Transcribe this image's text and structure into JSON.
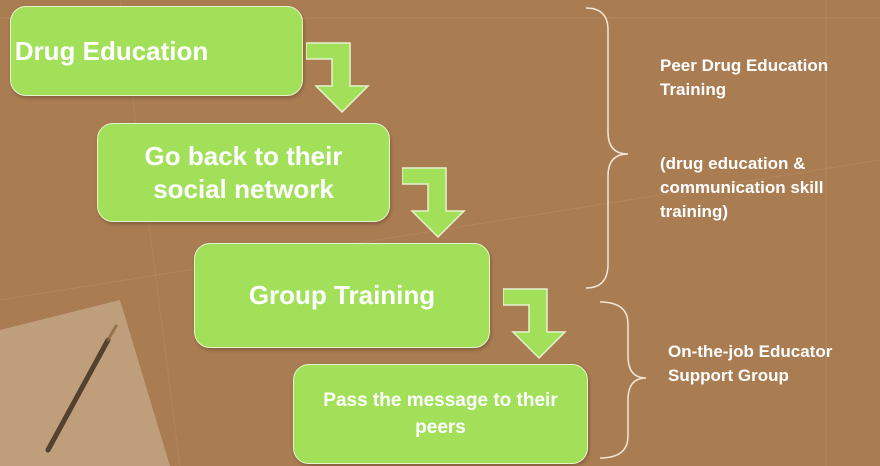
{
  "flow": {
    "steps": [
      {
        "label": "Drug Education"
      },
      {
        "label": "Go back to their social network"
      },
      {
        "label": "Group Training"
      },
      {
        "label": "Pass the message to their peers"
      }
    ]
  },
  "side_labels": {
    "peer_training_title": "Peer Drug Education Training",
    "peer_training_detail": "(drug education & communication skill training)",
    "support_group": "On-the-job Educator Support Group"
  },
  "colors": {
    "background": "#a97c52",
    "box_fill": "#a2e05a",
    "box_border": "#e6f3cf",
    "text": "#ffffff",
    "bracket": "#f2e6d6"
  }
}
